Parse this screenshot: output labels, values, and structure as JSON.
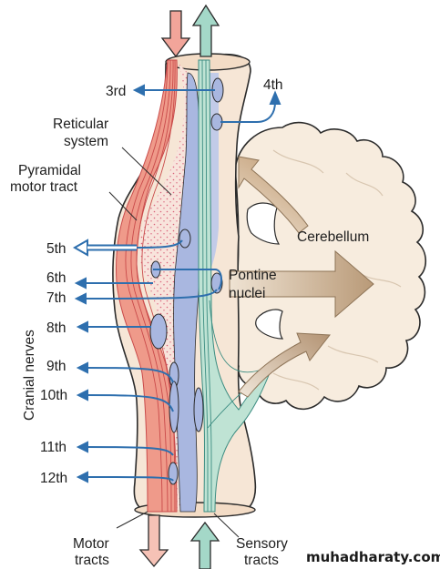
{
  "labels": {
    "third": "3rd",
    "fourth": "4th",
    "reticular_1": "Reticular",
    "reticular_2": "system",
    "pyramidal_1": "Pyramidal",
    "pyramidal_2": "motor tract",
    "fifth": "5th",
    "sixth": "6th",
    "seventh": "7th",
    "pontine_1": "Pontine",
    "pontine_2": "nuclei",
    "cerebellum": "Cerebellum",
    "eighth": "8th",
    "ninth": "9th",
    "tenth": "10th",
    "eleventh": "11th",
    "twelfth": "12th",
    "cranial_nerves": "Cranial nerves",
    "motor_1": "Motor",
    "motor_2": "tracts",
    "sensory_1": "Sensory",
    "sensory_2": "tracts"
  },
  "watermark": "muhadharaty.com",
  "colors": {
    "brainstem": "#f6e6d6",
    "reticular_dots": "#d9627a",
    "motor_tract": "#ef9a8a",
    "motor_lines": "#c94a4a",
    "blue_region": "#a9b7e0",
    "sensory_tract": "#bfe3d4",
    "sensory_lines": "#3d8d82",
    "nerve_arrow": "#2e6fae",
    "cerebellum": "#f7ecde",
    "outline": "#2b2b2b"
  }
}
